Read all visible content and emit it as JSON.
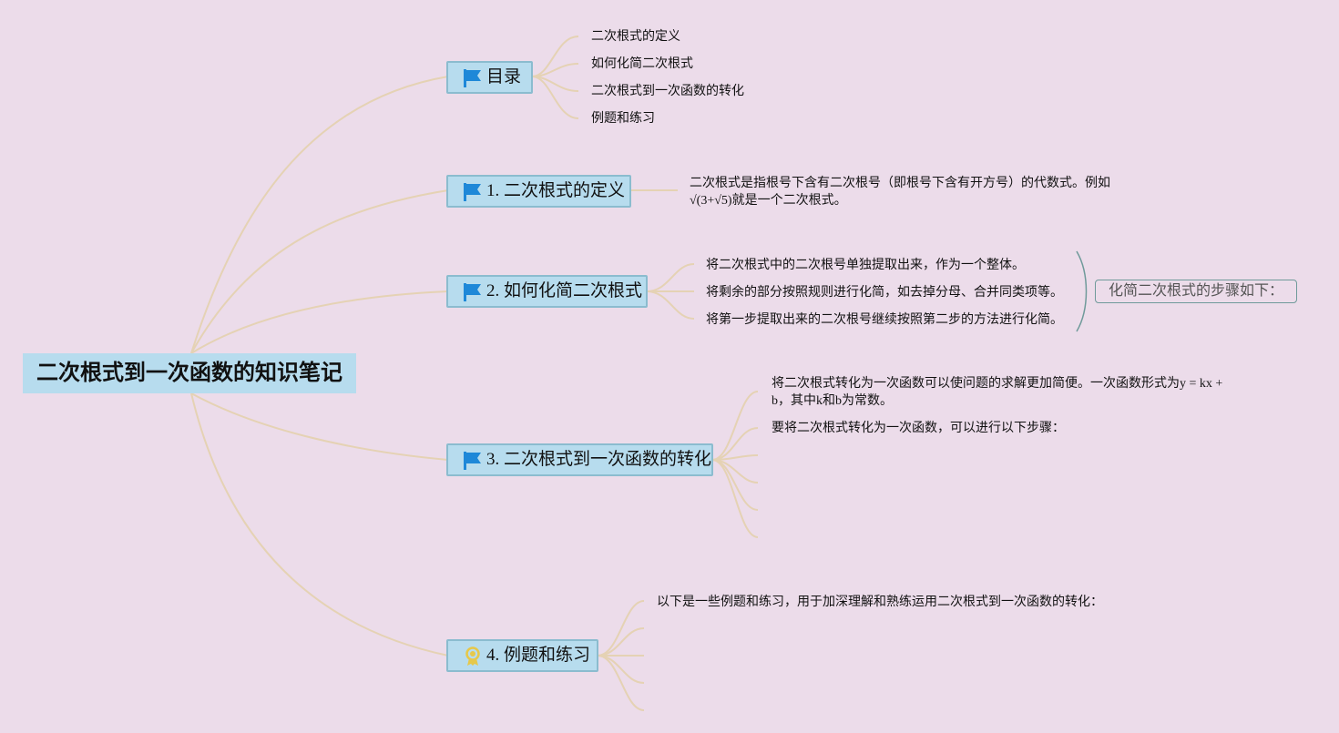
{
  "root": {
    "title": "二次根式到一次函数的知识笔记"
  },
  "topics": {
    "toc": {
      "label": "目录",
      "icon": "flag-icon",
      "items": [
        "二次根式的定义",
        "如何化简二次根式",
        "二次根式到一次函数的转化",
        "例题和练习"
      ]
    },
    "definition": {
      "label": "1. 二次根式的定义",
      "icon": "flag-icon",
      "text": "二次根式是指根号下含有二次根号（即根号下含有开方号）的代数式。例如√(3+√5)就是一个二次根式。"
    },
    "simplify": {
      "label": "2. 如何化简二次根式",
      "icon": "flag-icon",
      "steps": [
        "将二次根式中的二次根号单独提取出来，作为一个整体。",
        "将剩余的部分按照规则进行化简，如去掉分母、合并同类项等。",
        "将第一步提取出来的二次根号继续按照第二步的方法进行化简。"
      ],
      "summary": "化简二次根式的步骤如下："
    },
    "conversion": {
      "label": "3. 二次根式到一次函数的转化",
      "icon": "flag-icon",
      "notes": [
        "将二次根式转化为一次函数可以使问题的求解更加简便。一次函数形式为y = kx + b，其中k和b为常数。",
        "要将二次根式转化为一次函数，可以进行以下步骤："
      ]
    },
    "examples": {
      "label": "4. 例题和练习",
      "icon": "award-icon",
      "note": "以下是一些例题和练习，用于加深理解和熟练运用二次根式到一次函数的转化："
    }
  },
  "colors": {
    "background": "#ecdcea",
    "node_fill": "#b7dcee",
    "connector": "#e5d2b4",
    "flag": "#1e88d8",
    "award": "#e6c84a"
  }
}
